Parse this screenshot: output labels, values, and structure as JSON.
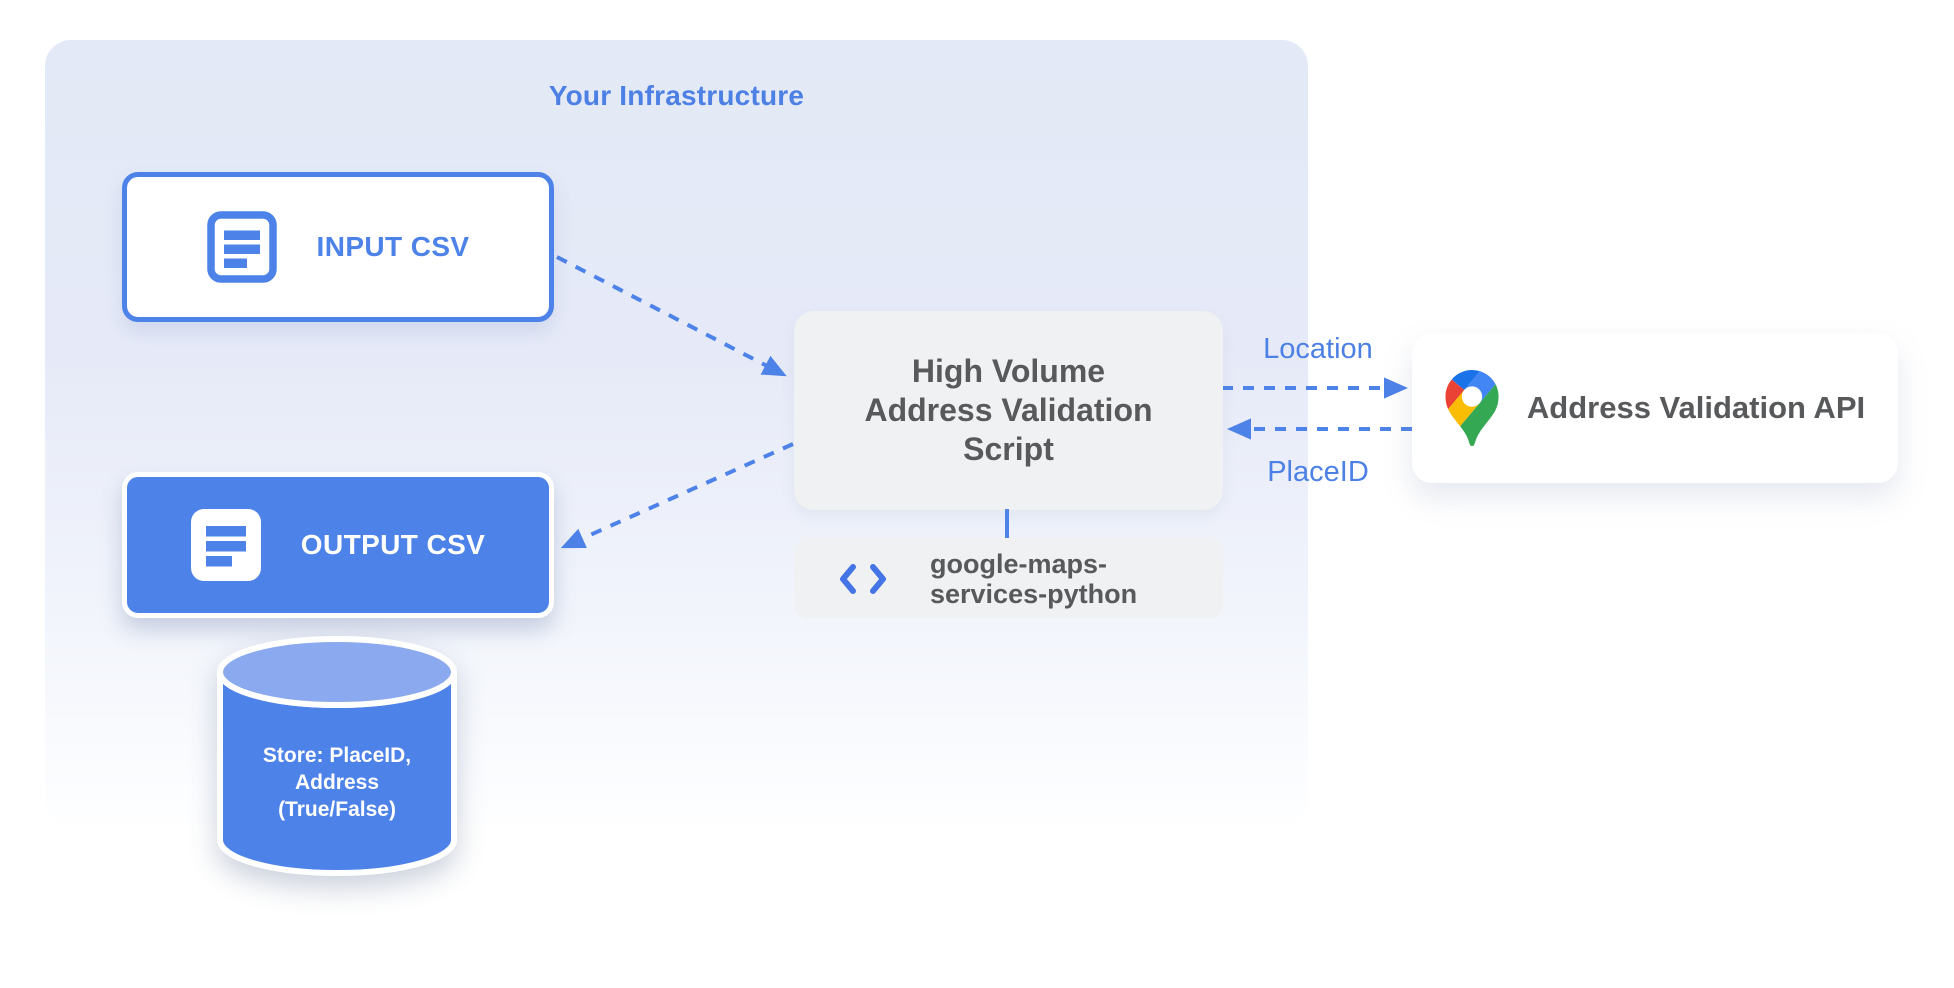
{
  "title": "Your Infrastructure",
  "nodes": {
    "input_csv": {
      "label": "INPUT CSV",
      "icon": "document-icon"
    },
    "output_csv": {
      "label": "OUTPUT CSV",
      "icon": "document-icon"
    },
    "datastore": {
      "lines": [
        "Store: PlaceID,",
        "Address",
        "(True/False)"
      ],
      "icon": "database-cylinder"
    },
    "script": {
      "lines": [
        "High Volume",
        "Address Validation",
        "Script"
      ]
    },
    "library": {
      "lines": [
        "google-maps-",
        "services-python"
      ],
      "icon": "code-icon"
    },
    "api": {
      "label": "Address Validation API",
      "icon": "google-maps-pin-icon"
    }
  },
  "edges": {
    "input_to_script": {
      "style": "dashed-arrow"
    },
    "script_to_output": {
      "style": "dashed-arrow"
    },
    "location": {
      "label": "Location"
    },
    "placeid": {
      "label": "PlaceID"
    }
  },
  "colors": {
    "accent_blue": "#4d82e8",
    "panel_top": "#e3e9f6",
    "box_gray": "#f0f1f2",
    "text_dark": "#58595b",
    "cylinder_top": "#8ba9ee",
    "pin_red": "#ea4335",
    "pin_blue": "#4285f4",
    "pin_dark_blue": "#1a73e8",
    "pin_yellow": "#fbbc04",
    "pin_green": "#34a853"
  }
}
